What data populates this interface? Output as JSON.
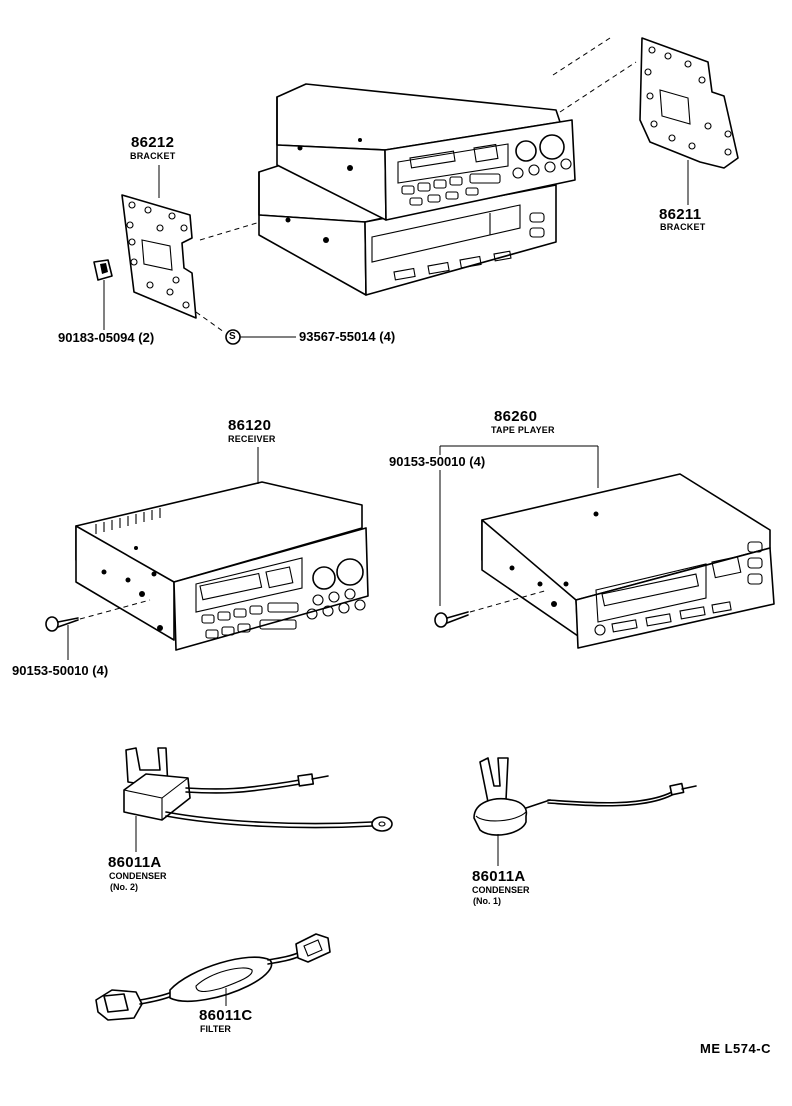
{
  "parts": {
    "bracket_left": {
      "number": "86212",
      "name": "BRACKET"
    },
    "bracket_right": {
      "number": "86211",
      "name": "BRACKET"
    },
    "clip": {
      "number": "90183-05094",
      "qty": "(2)"
    },
    "screw_s": {
      "number": "93567-55014",
      "qty": "(4)",
      "symbol": "S"
    },
    "receiver": {
      "number": "86120",
      "name": "RECEIVER"
    },
    "tape_player": {
      "number": "86260",
      "name": "TAPE PLAYER"
    },
    "screw_tape": {
      "number": "90153-50010",
      "qty": "(4)"
    },
    "screw_receiver": {
      "number": "90153-50010",
      "qty": "(4)"
    },
    "condenser_2": {
      "number": "86011A",
      "name": "CONDENSER",
      "sub": "(No. 2)"
    },
    "condenser_1": {
      "number": "86011A",
      "name": "CONDENSER",
      "sub": "(No. 1)"
    },
    "filter": {
      "number": "86011C",
      "name": "FILTER"
    }
  },
  "diagram_code": "ME L574-C"
}
